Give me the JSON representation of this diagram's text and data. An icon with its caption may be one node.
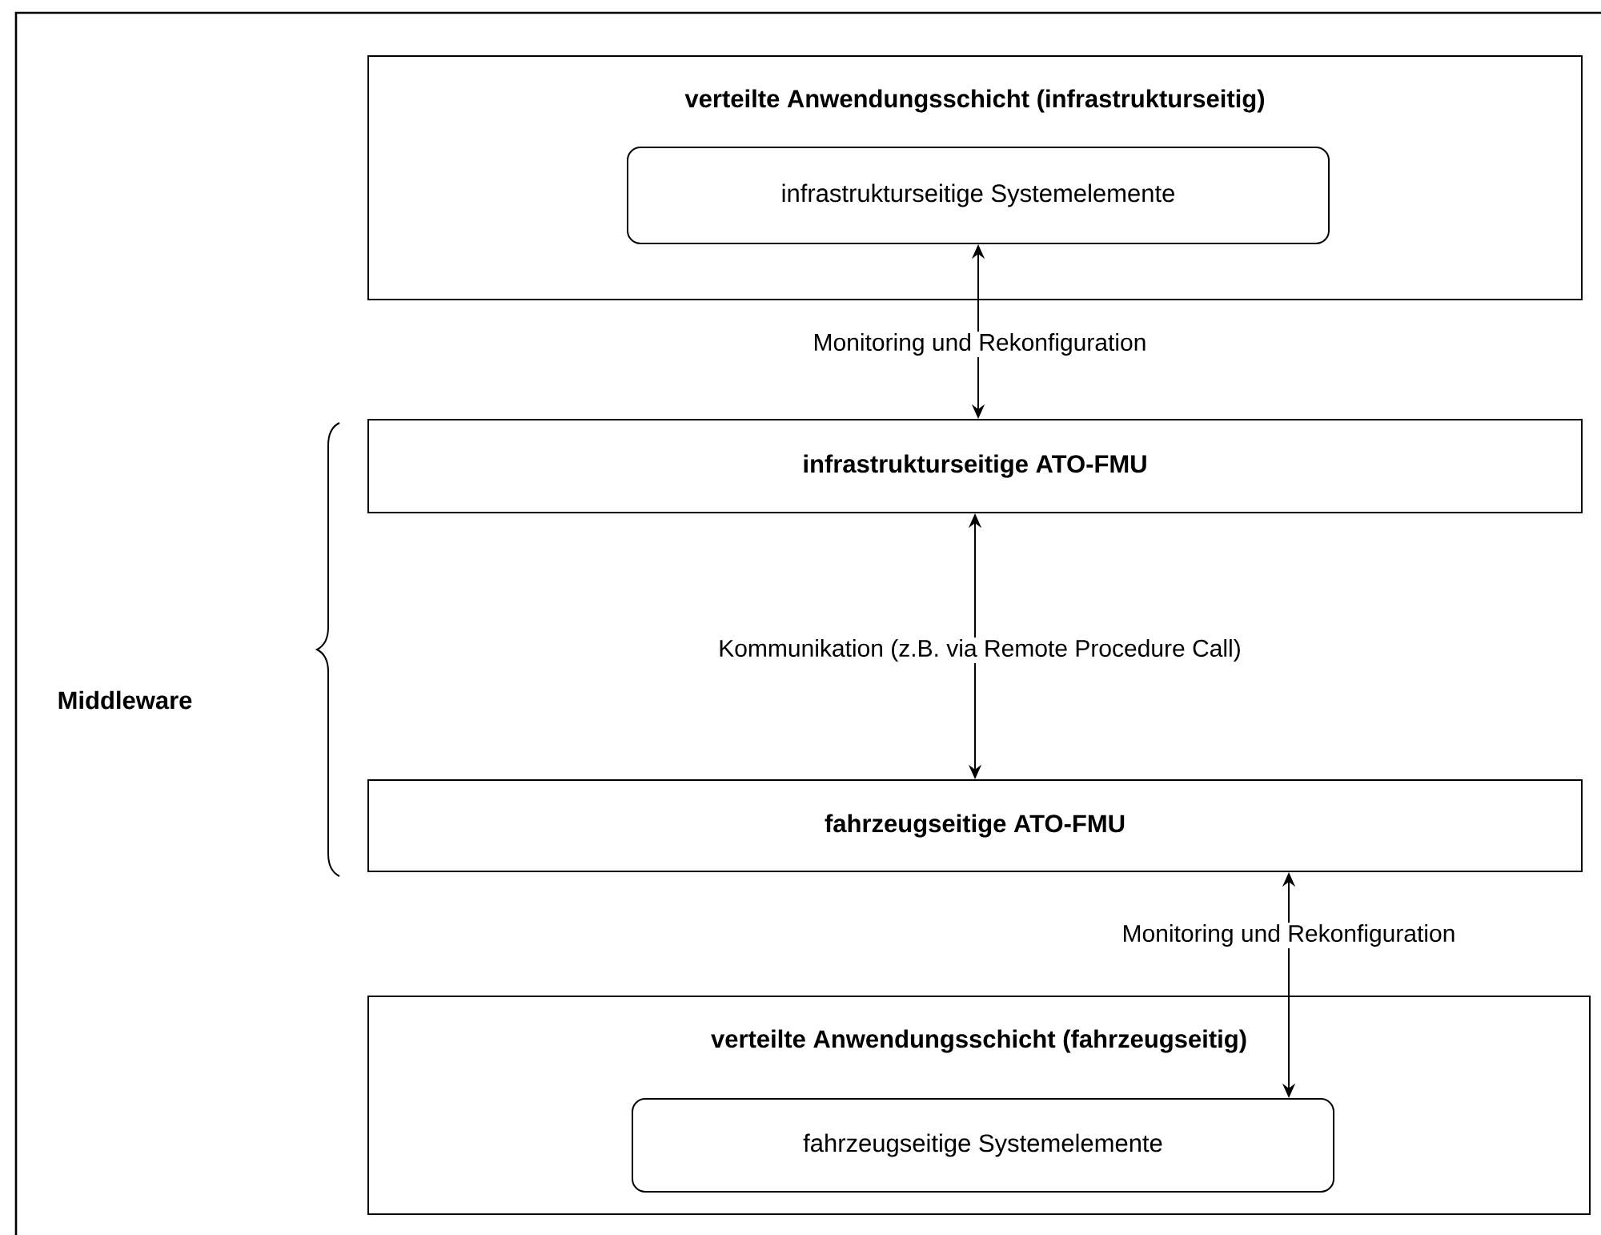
{
  "diagram": {
    "nodes": [
      {
        "text": [
          "verteilte Anwendungsschicht (infrastrukturseitig)"
        ]
      },
      {
        "text": [
          "infrastrukturseitige Systemelemente"
        ],
        "in": 0
      },
      {
        "text": [
          "infrastrukturseitige ATO-FMU"
        ]
      },
      {
        "text": [
          "fahrzeugseitige ATO-FMU"
        ]
      },
      {
        "text": [
          "verteilte Anwendungsschicht (fahrzeugseitig)"
        ]
      },
      {
        "text": [
          "fahrzeugseitige Systemelemente"
        ],
        "in": 4
      }
    ],
    "edges": [
      {
        "from": 1,
        "to": 2,
        "arrow": "both",
        "label": "Monitoring und Rekonfiguration"
      },
      {
        "from": 2,
        "to": 3,
        "arrow": "both",
        "label": "Kommunikation (z.B. via Remote Procedure Call)"
      },
      {
        "from": 3,
        "to": 5,
        "arrow": "both",
        "label": "Monitoring und Rekonfiguration"
      }
    ],
    "labels": [
      "Middleware"
    ]
  }
}
